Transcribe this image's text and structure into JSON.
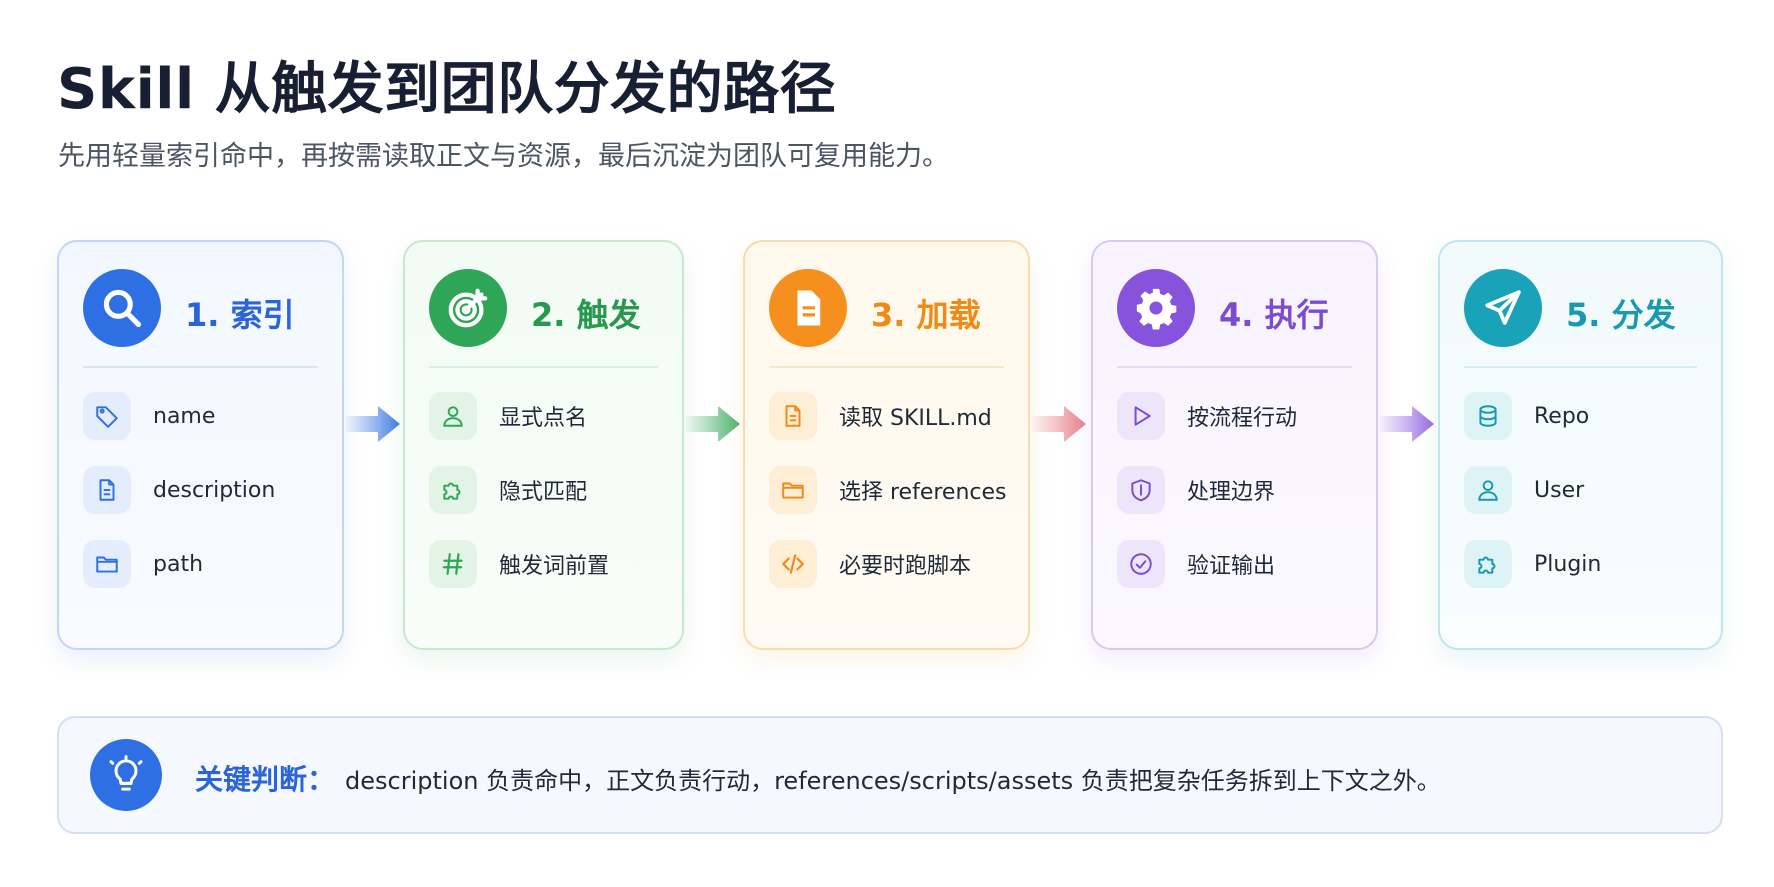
{
  "header": {
    "title": "Skill 从触发到团队分发的路径",
    "subtitle": "先用轻量索引命中，再按需读取正文与资源，最后沉淀为团队可复用能力。"
  },
  "steps": [
    {
      "title": "1. 索引",
      "icon": "search-icon",
      "color": "#2f6fe4",
      "items": [
        {
          "label": "name",
          "icon": "tag-icon"
        },
        {
          "label": "description",
          "icon": "document-icon"
        },
        {
          "label": "path",
          "icon": "folder-icon"
        }
      ]
    },
    {
      "title": "2. 触发",
      "icon": "target-icon",
      "color": "#2fa556",
      "items": [
        {
          "label": "显式点名",
          "icon": "user-icon"
        },
        {
          "label": "隐式匹配",
          "icon": "puzzle-icon"
        },
        {
          "label": "触发词前置",
          "icon": "hash-icon"
        }
      ]
    },
    {
      "title": "3. 加载",
      "icon": "document-icon",
      "color": "#f5901e",
      "items": [
        {
          "label": "读取 SKILL.md",
          "icon": "document-icon"
        },
        {
          "label": "选择 references",
          "icon": "folder-icon"
        },
        {
          "label": "必要时跑脚本",
          "icon": "code-icon"
        }
      ]
    },
    {
      "title": "4. 执行",
      "icon": "gear-icon",
      "color": "#8853dc",
      "items": [
        {
          "label": "按流程行动",
          "icon": "play-icon"
        },
        {
          "label": "处理边界",
          "icon": "shield-icon"
        },
        {
          "label": "验证输出",
          "icon": "check-circle-icon"
        }
      ]
    },
    {
      "title": "5. 分发",
      "icon": "send-icon",
      "color": "#1aa3b8",
      "items": [
        {
          "label": "Repo",
          "icon": "database-icon"
        },
        {
          "label": "User",
          "icon": "user-icon"
        },
        {
          "label": "Plugin",
          "icon": "puzzle-icon"
        }
      ]
    }
  ],
  "callout": {
    "icon": "lightbulb-icon",
    "label": "关键判断：",
    "text": "description 负责命中，正文负责行动，references/scripts/assets 负责把复杂任务拆到上下文之外。"
  }
}
